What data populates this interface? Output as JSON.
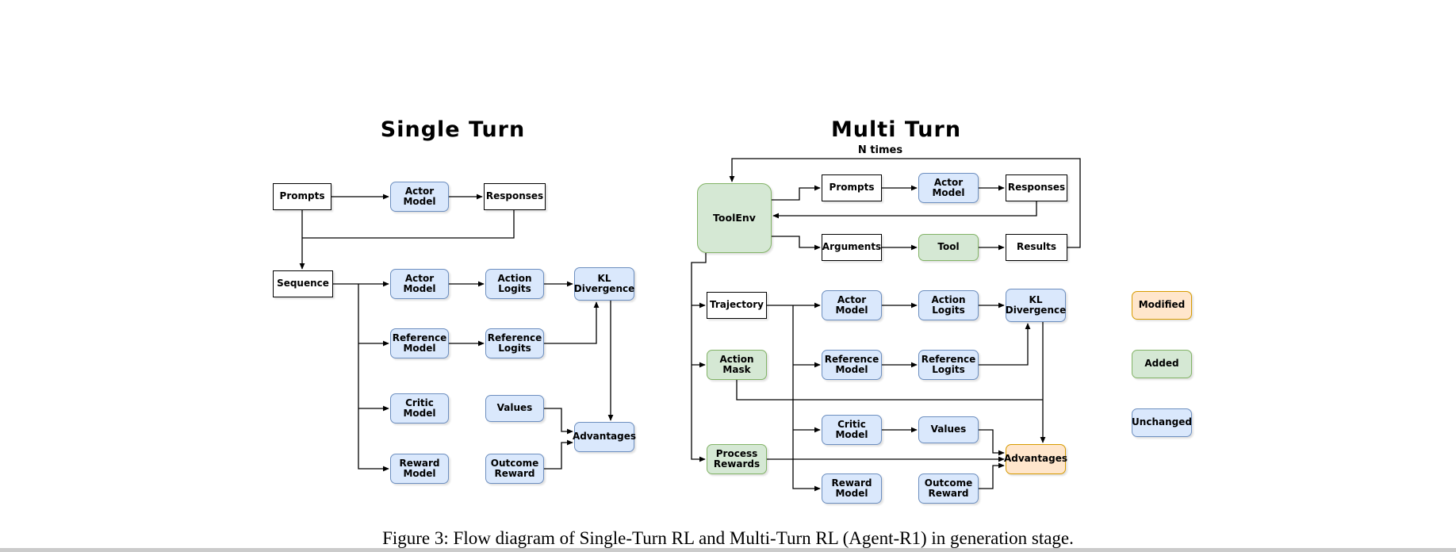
{
  "single_turn": {
    "title": "Single Turn",
    "nodes": {
      "prompts": "Prompts",
      "actor_model_top": "Actor Model",
      "responses": "Responses",
      "sequence": "Sequence",
      "actor_model": "Actor Model",
      "action_logits": "Action Logits",
      "kl_divergence": "KL Divergence",
      "reference_model": "Reference Model",
      "reference_logits": "Reference Logits",
      "critic_model": "Critic Model",
      "values": "Values",
      "advantages": "Advantages",
      "reward_model": "Reward Model",
      "outcome_reward": "Outcome Reward"
    }
  },
  "multi_turn": {
    "title": "Multi Turn",
    "loop_label": "N times",
    "nodes": {
      "toolenv": "ToolEnv",
      "prompts": "Prompts",
      "actor_model_top": "Actor Model",
      "responses": "Responses",
      "arguments": "Arguments",
      "tool": "Tool",
      "results": "Results",
      "trajectory": "Trajectory",
      "actor_model": "Actor Model",
      "action_logits": "Action Logits",
      "kl_divergence": "KL Divergence",
      "action_mask": "Action Mask",
      "reference_model": "Reference Model",
      "reference_logits": "Reference Logits",
      "critic_model": "Critic Model",
      "values": "Values",
      "process_rewards": "Process Rewards",
      "advantages": "Advantages",
      "reward_model": "Reward Model",
      "outcome_reward": "Outcome Reward"
    }
  },
  "legend": {
    "modified": "Modified",
    "added": "Added",
    "unchanged": "Unchanged"
  },
  "caption": "Figure 3: Flow diagram of Single-Turn RL and Multi-Turn RL (Agent-R1) in generation stage.",
  "colors": {
    "unchanged_fill": "#dae8fc",
    "unchanged_border": "#6c8ebf",
    "added_fill": "#d5e8d4",
    "added_border": "#82b366",
    "modified_fill": "#ffe6cc",
    "modified_border": "#d79b00",
    "line_color": "#000000"
  }
}
